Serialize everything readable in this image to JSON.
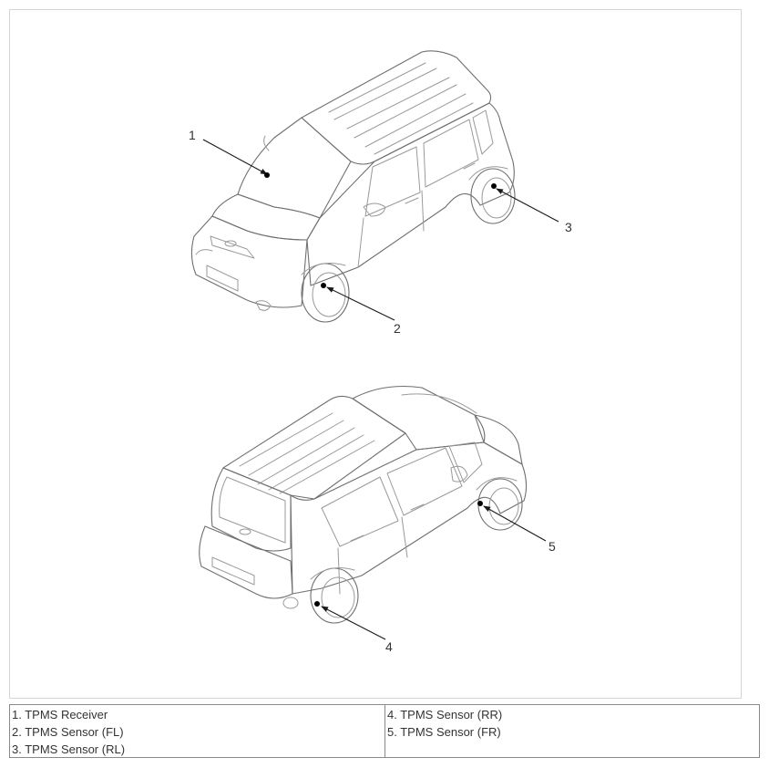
{
  "diagram": {
    "callouts": [
      {
        "id": 1,
        "label": "1"
      },
      {
        "id": 2,
        "label": "2"
      },
      {
        "id": 3,
        "label": "3"
      },
      {
        "id": 4,
        "label": "4"
      },
      {
        "id": 5,
        "label": "5"
      }
    ]
  },
  "legend": {
    "left": [
      {
        "text": "1. TPMS Receiver"
      },
      {
        "text": "2. TPMS Sensor (FL)"
      },
      {
        "text": "3. TPMS Sensor (RL)"
      }
    ],
    "right": [
      {
        "text": "4. TPMS Sensor (RR)"
      },
      {
        "text": "5. TPMS Sensor (FR)"
      }
    ]
  },
  "colors": {
    "line_art": "#9a9a9a",
    "leader": "#1a1a1a",
    "legend_border": "#8a8a8a",
    "text": "#333333"
  }
}
